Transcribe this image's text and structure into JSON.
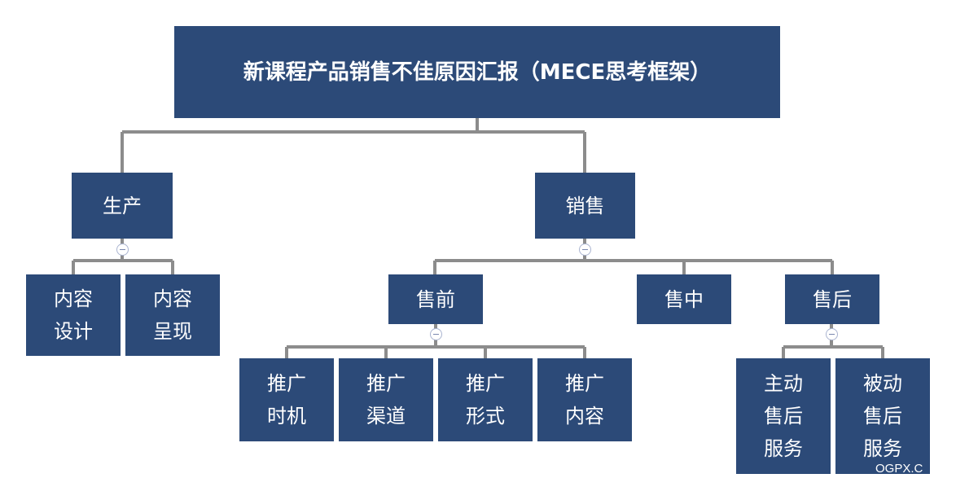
{
  "colors": {
    "node": "#2c4a78",
    "line": "#8c8c8c",
    "text": "#ffffff"
  },
  "root": "新课程产品销售不佳原因汇报（MECE思考框架）",
  "production": {
    "label": "生产",
    "children": [
      "内容\n设计",
      "内容\n呈现"
    ]
  },
  "sales": {
    "label": "销售",
    "pre": {
      "label": "售前",
      "children": [
        "推广\n时机",
        "推广\n渠道",
        "推广\n形式",
        "推广\n内容"
      ]
    },
    "mid": {
      "label": "售中"
    },
    "post": {
      "label": "售后",
      "children": [
        "主动\n售后\n服务",
        "被动\n售后\n服务"
      ]
    }
  },
  "watermark": "OGPX.C"
}
